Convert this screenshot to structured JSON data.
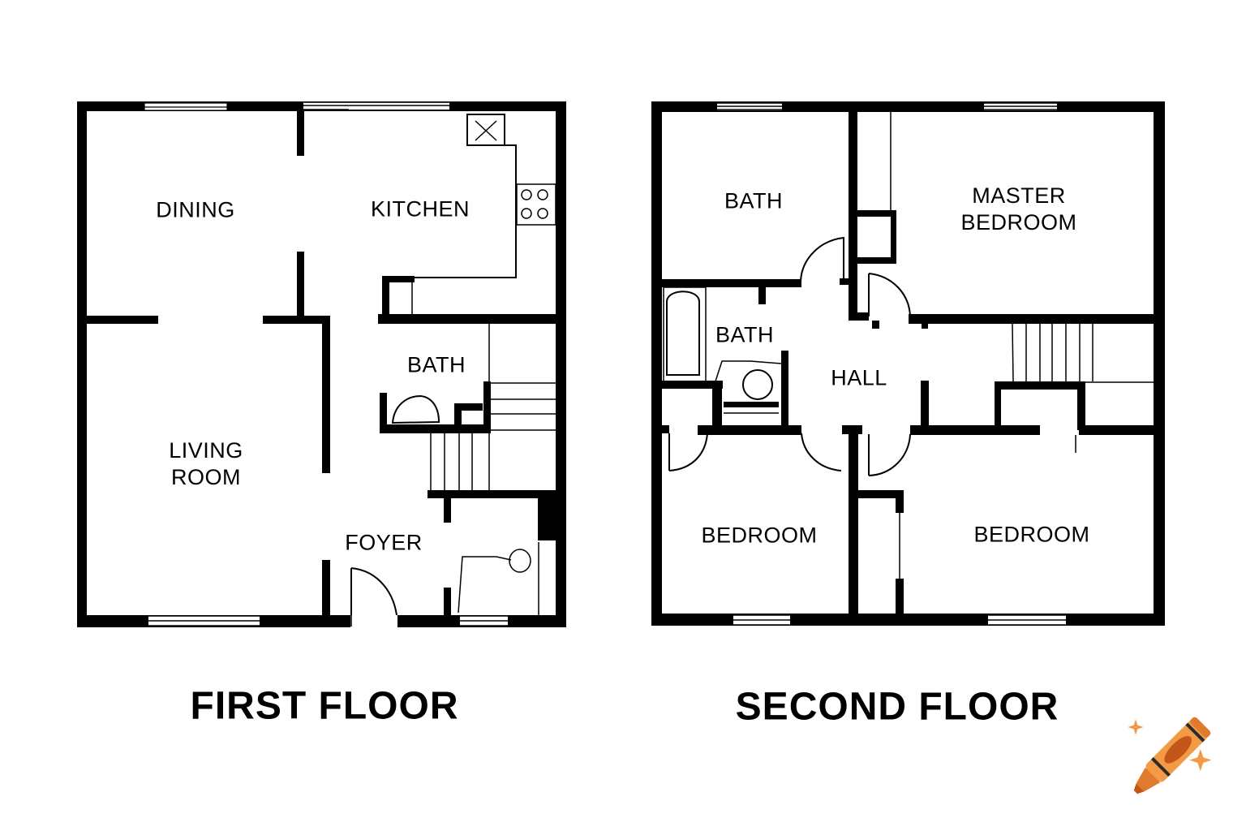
{
  "first_floor": {
    "caption": "FIRST FLOOR",
    "rooms": {
      "dining": "DINING",
      "kitchen": "KITCHEN",
      "living_line1": "LIVING",
      "living_line2": "ROOM",
      "bath": "BATH",
      "foyer": "FOYER"
    }
  },
  "second_floor": {
    "caption": "SECOND FLOOR",
    "rooms": {
      "bath_upper": "BATH",
      "master_line1": "MASTER",
      "master_line2": "BEDROOM",
      "bath_lower": "BATH",
      "hall": "HALL",
      "bedroom_left": "BEDROOM",
      "bedroom_right": "BEDROOM"
    }
  },
  "logo": {
    "icon": "crayon-icon",
    "colors": {
      "body": "#F39A47",
      "accent": "#C4561A",
      "band": "#2B2B2B"
    }
  }
}
